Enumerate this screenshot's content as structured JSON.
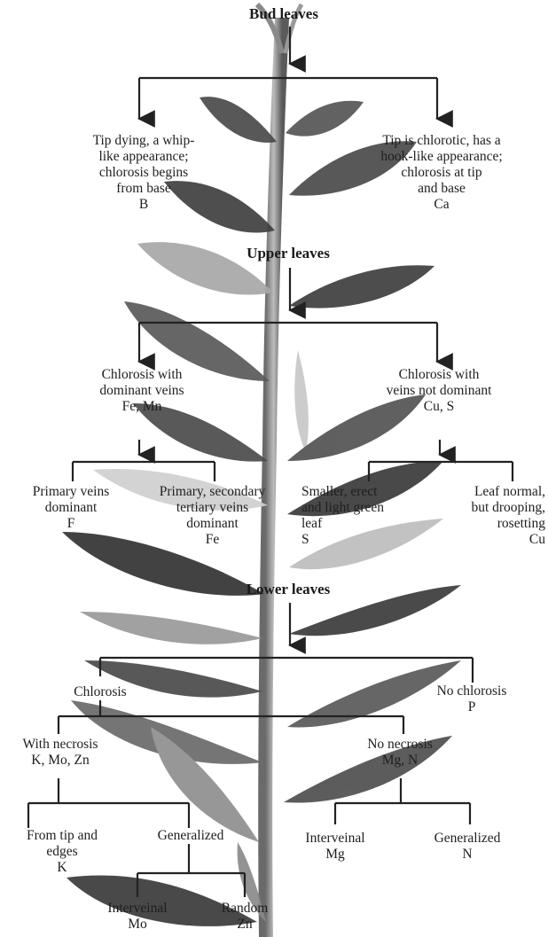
{
  "title": "Bud leaves",
  "sections": {
    "upper": "Upper leaves",
    "lower": "Lower leaves"
  },
  "bud": {
    "left": [
      "Tip dying, a whip-",
      "like appearance;",
      "chlorosis begins",
      "from base",
      "B"
    ],
    "right": [
      "Tip is chlorotic, has a",
      "hook-like appearance;",
      "chlorosis at tip",
      "and base",
      "Ca"
    ]
  },
  "upper": {
    "left": [
      "Chlorosis with",
      "dominant veins",
      "Fe, Mn"
    ],
    "right": [
      "Chlorosis with",
      "veins not dominant",
      "Cu, S"
    ],
    "ll": [
      "Primary veins",
      "dominant",
      "F"
    ],
    "lr": [
      "Primary, secondary",
      "tertiary veins",
      "dominant",
      "Fe"
    ],
    "rl": [
      "Smaller, erect",
      "and light green",
      "leaf",
      "S"
    ],
    "rr": [
      "Leaf normal,",
      "but drooping,",
      "rosetting",
      "Cu"
    ]
  },
  "lower": {
    "chlorosis": "Chlorosis",
    "no_chlorosis": [
      "No chlorosis",
      "P"
    ],
    "with_necrosis": [
      "With necrosis",
      "K, Mo, Zn"
    ],
    "no_necrosis": [
      "No necrosis",
      "Mg, N"
    ],
    "tip_edges": [
      "From tip and",
      "edges",
      "K"
    ],
    "generalized_left": "Generalized",
    "interveinal_mo": [
      "Interveinal",
      "Mo"
    ],
    "random_zn": [
      "Random",
      "Zn"
    ],
    "interveinal_mg": [
      "Interveinal",
      "Mg"
    ],
    "generalized_n": [
      "Generalized",
      "N"
    ]
  }
}
